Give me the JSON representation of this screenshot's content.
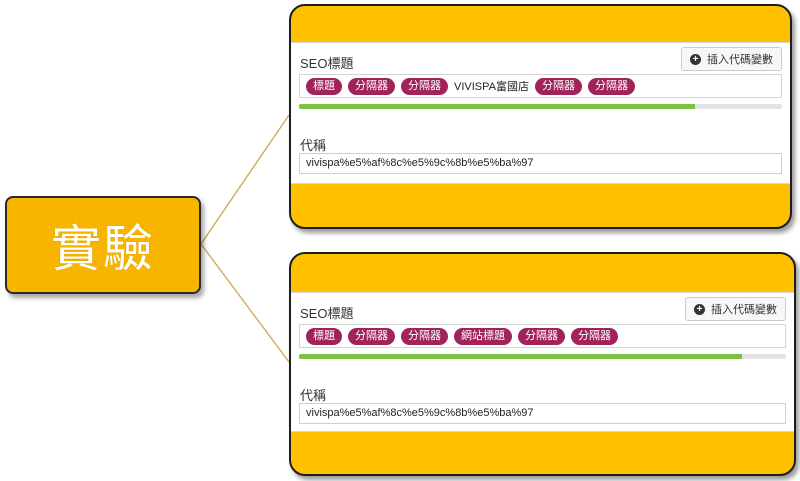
{
  "label": "實驗",
  "panels": [
    {
      "seo_label": "SEO標題",
      "insert_button": "插入代碼變數",
      "tokens": [
        {
          "kind": "tag",
          "text": "標題"
        },
        {
          "kind": "tag",
          "text": "分隔器"
        },
        {
          "kind": "tag",
          "text": "分隔器"
        },
        {
          "kind": "text",
          "text": "VIVISPA富國店"
        },
        {
          "kind": "tag",
          "text": "分隔器"
        },
        {
          "kind": "tag",
          "text": "分隔器"
        }
      ],
      "progress": 0.82,
      "code_label": "代稱",
      "code_value": "vivispa%e5%af%8c%e5%9c%8b%e5%ba%97"
    },
    {
      "seo_label": "SEO標題",
      "insert_button": "插入代碼變數",
      "tokens": [
        {
          "kind": "tag",
          "text": "標題"
        },
        {
          "kind": "tag",
          "text": "分隔器"
        },
        {
          "kind": "tag",
          "text": "分隔器"
        },
        {
          "kind": "tag",
          "text": "網站標題"
        },
        {
          "kind": "tag",
          "text": "分隔器"
        },
        {
          "kind": "tag",
          "text": "分隔器"
        }
      ],
      "progress": 0.91,
      "code_label": "代稱",
      "code_value": "vivispa%e5%af%8c%e5%9c%8b%e5%ba%97"
    }
  ],
  "colors": {
    "panel_bg": "#ffc000",
    "label_bg": "#f7b500",
    "tag_bg": "#a0235a",
    "progress": "#7dc142",
    "connector": "#c9a94a"
  }
}
